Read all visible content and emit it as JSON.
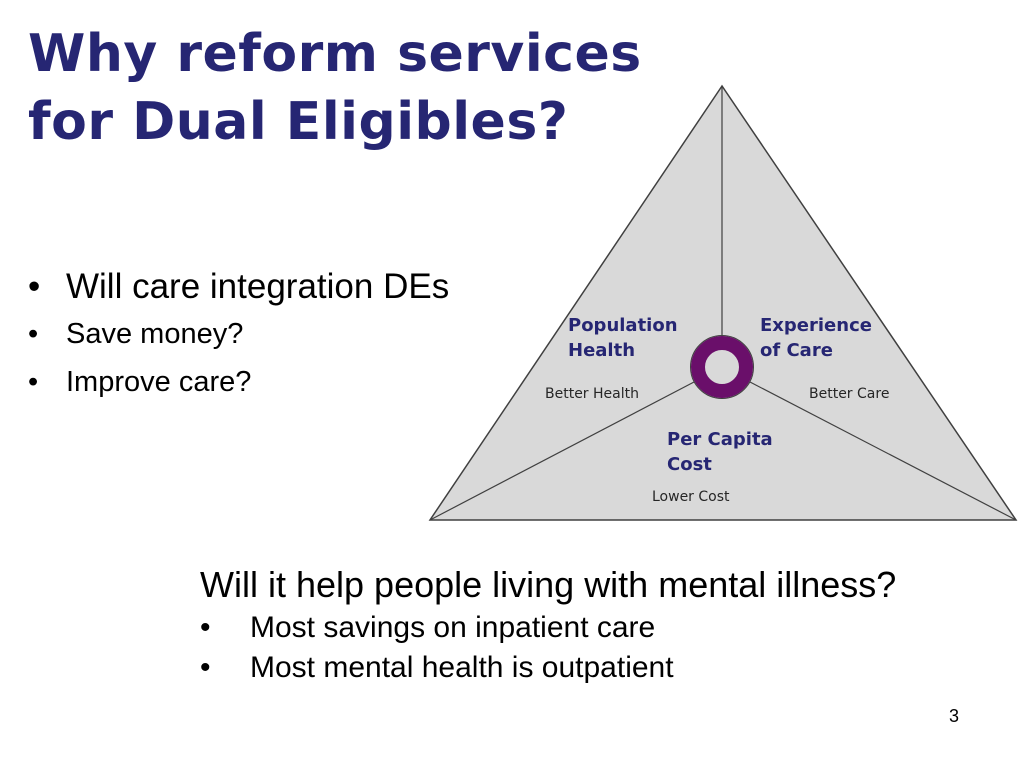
{
  "slide": {
    "title_line1": "Why reform services",
    "title_line2": "for Dual Eligibles?",
    "left_bullets": [
      "Will care integration DEs",
      "Save money?",
      "Improve care?"
    ],
    "bullet_symbol": "•",
    "bottom_heading": "Will it help people living with mental illness?",
    "bottom_bullets": [
      "Most savings on inpatient care",
      "Most mental health is outpatient"
    ],
    "page_number": "3"
  },
  "diagram": {
    "sections": [
      {
        "title_line1": "Population",
        "title_line2": "Health",
        "caption": "Better Health"
      },
      {
        "title_line1": "Experience",
        "title_line2": "of Care",
        "caption": "Better Care"
      },
      {
        "title_line1": "Per Capita",
        "title_line2": "Cost",
        "caption": "Lower Cost"
      }
    ],
    "colors": {
      "triangle_fill": "#d9d9d9",
      "triangle_stroke": "#404040",
      "ring": "#6a0f6a",
      "title": "#262673"
    }
  }
}
